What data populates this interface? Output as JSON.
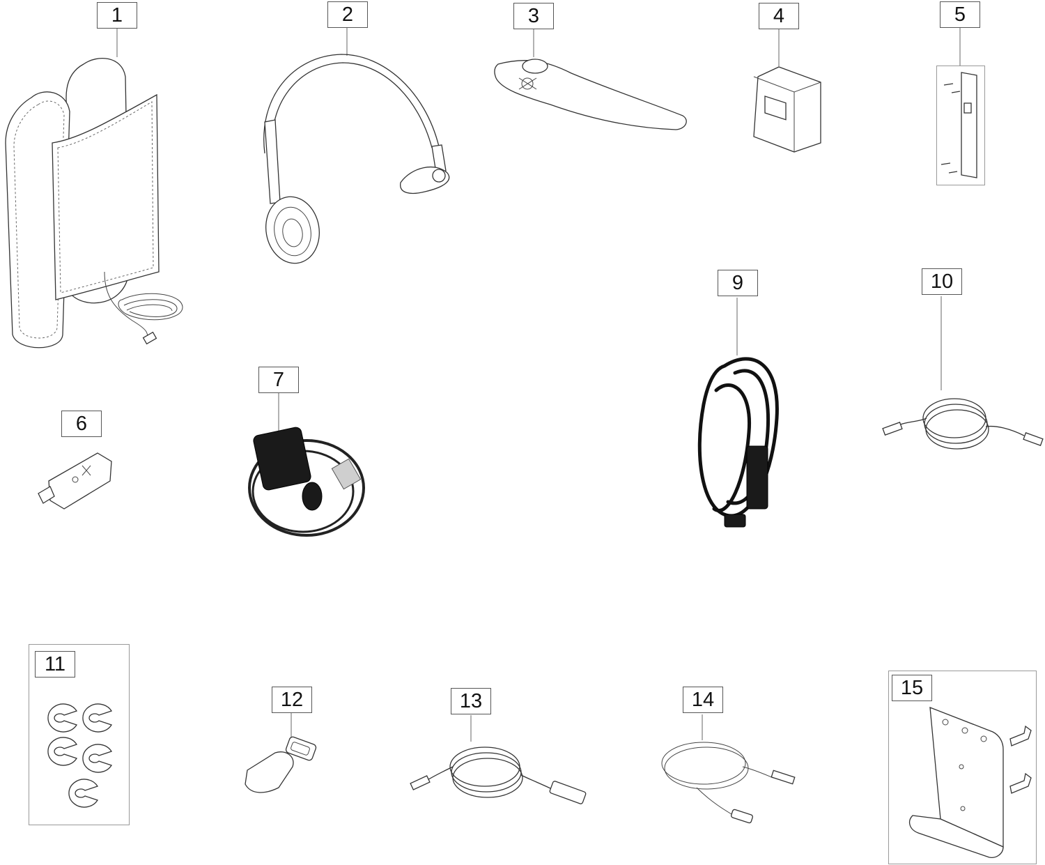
{
  "parts": [
    {
      "number": "1",
      "item": "headband-pad-icon"
    },
    {
      "number": "2",
      "item": "headset-headband-icon"
    },
    {
      "number": "3",
      "item": "earpiece-headset-icon"
    },
    {
      "number": "4",
      "item": "base-unit-icon"
    },
    {
      "number": "5",
      "item": "mounting-plate-icon"
    },
    {
      "number": "6",
      "item": "usb-dongle-icon"
    },
    {
      "number": "7",
      "item": "serial-adapter-cable-icon"
    },
    {
      "number": "9",
      "item": "black-usb-c-cable-icon"
    },
    {
      "number": "10",
      "item": "usb-c-cable-icon"
    },
    {
      "number": "11",
      "item": "ear-hooks-set-icon"
    },
    {
      "number": "12",
      "item": "usb-adapter-icon"
    },
    {
      "number": "13",
      "item": "usb-extension-cable-icon"
    },
    {
      "number": "14",
      "item": "audio-cable-icon"
    },
    {
      "number": "15",
      "item": "l-bracket-icon"
    }
  ],
  "colors": {
    "line": "#333333",
    "callout_border": "#555555",
    "cable_black": "#1a1a1a"
  }
}
